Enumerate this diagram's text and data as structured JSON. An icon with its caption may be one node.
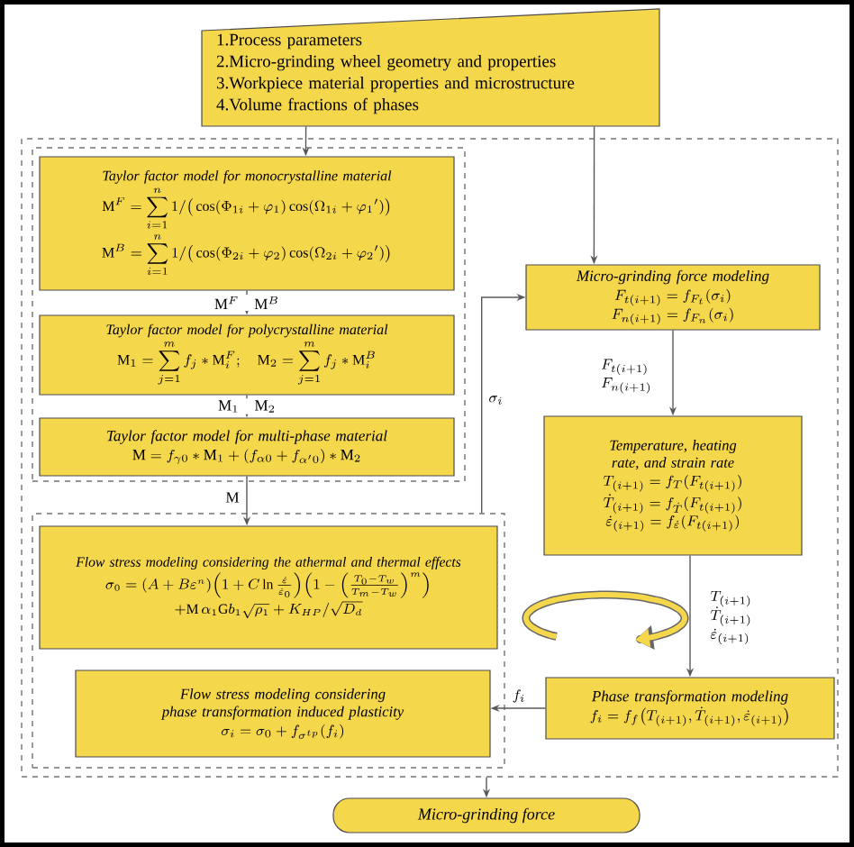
{
  "diagram": {
    "nodes": [
      {
        "text": [
          "1.Process parameters",
          "2.Micro-grinding wheel geometry and properties",
          "3.Workpiece material properties and microstructure",
          "4.Volume fractions of phases"
        ]
      },
      {
        "text": [],
        "shape": "box"
      },
      {
        "text": [],
        "shape": "box",
        "in": 1
      },
      {
        "text": [
          "Taylor factor model for monocrystalline material",
          "\\mathrm{M}^{F} = \\sum_{i=1}^{n} 1/\\big(\\cos(\\Phi_{1i}+\\varphi_1)\\cos(\\Omega_{1i}+\\varphi_1{}')\\big)",
          "\\mathrm{M}^{B} = \\sum_{i=1}^{n} 1/\\big(\\cos(\\Phi_{2i}+\\varphi_2)\\cos(\\Omega_{2i}+\\varphi_2{}')\\big)"
        ],
        "in": 2
      },
      {
        "text": [
          "Taylor factor model for polycrystalline material",
          "\\mathrm{M}_1 = \\sum_{j=1}^{m} f_j * \\mathrm{M}_i^{F}; \\quad \\mathrm{M}_2 = \\sum_{j=1}^{m} f_j * \\mathrm{M}_i^{B}"
        ],
        "in": 2
      },
      {
        "text": [
          "Taylor factor model for multi-phase material",
          "\\mathrm{M} = f_{\\gamma 0} * \\mathrm{M}_1 + (f_{\\alpha 0} + f_{\\alpha' 0}) * \\mathrm{M}_2"
        ],
        "in": 2
      },
      {
        "text": [],
        "shape": "box",
        "in": 1
      },
      {
        "text": [
          "Flow stress modeling considering the athermal and thermal effects",
          "\\sigma_0 = (A+B\\varepsilon^{n})\\Big(1+C\\ln\\frac{\\dot\\varepsilon}{\\dot\\varepsilon_0}\\Big)\\Big(1-\\Big(\\frac{T_0-T_w}{T_m-T_w}\\Big)^{m}\\Big)",
          "+\\mathrm{M}\\,\\alpha_1 \\mathrm{G} b_1\\sqrt{\\rho_1}+K_{HP}/\\sqrt{D_d}"
        ],
        "in": 6
      },
      {
        "text": [
          "Flow stress modeling considering phase transformation induced plasticity",
          "\\sigma_i = \\sigma_0 + f_{\\sigma^{tp}}(f_i)"
        ],
        "in": 6
      },
      {
        "text": [
          "Micro-grinding force modeling",
          "F_{t(i+1)} = f_{F_t}(\\sigma_i)",
          "F_{n(i+1)} = f_{F_n}(\\sigma_i)"
        ],
        "in": 1
      },
      {
        "text": [
          "Temperature, heating rate, and strain rate",
          "T_{(i+1)} = f_T(F_{t(i+1)})",
          "\\dot T_{(i+1)} = f_{\\dot T}(F_{t(i+1)})",
          "\\dot\\varepsilon_{(i+1)} = f_{\\dot\\varepsilon}(F_{t(i+1)})"
        ],
        "in": 1
      },
      {
        "text": [
          "Phase transformation modeling",
          "f_i = f_f\\big(T_{(i+1)}, \\dot T_{(i+1)}, \\dot\\varepsilon_{(i+1)}\\big)"
        ],
        "in": 1
      },
      {
        "text": [
          "Micro-grinding force"
        ]
      }
    ],
    "edges": [
      {
        "from": 0,
        "to": 3,
        "arrow": "to"
      },
      {
        "from": 0,
        "to": 9,
        "arrow": "to"
      },
      {
        "from": 3,
        "to": 4,
        "arrow": "to",
        "label": "\\mathrm{M}^{F}\\quad \\mathrm{M}^{B}"
      },
      {
        "from": 4,
        "to": 5,
        "arrow": "to",
        "label": "\\mathrm{M}_1\\quad \\mathrm{M}_2"
      },
      {
        "from": 5,
        "to": 7,
        "arrow": "to",
        "label": "\\mathrm{M}"
      },
      {
        "from": 6,
        "to": 9,
        "arrow": "to",
        "label": "\\sigma_i"
      },
      {
        "from": 9,
        "to": 10,
        "arrow": "to",
        "label": "\\begin{array}{l}F_{t(i+1)}\\\\ F_{n(i+1)}\\end{array}"
      },
      {
        "from": 10,
        "to": 11,
        "arrow": "to",
        "label": "\\begin{array}{l}T_{(i+1)}\\\\ \\dot T_{(i+1)}\\\\ \\dot\\varepsilon_{(i+1)}\\end{array}"
      },
      {
        "from": 11,
        "to": 8,
        "arrow": "to",
        "label": "f_i"
      },
      {
        "from": 1,
        "to": 12,
        "arrow": "to"
      }
    ]
  }
}
